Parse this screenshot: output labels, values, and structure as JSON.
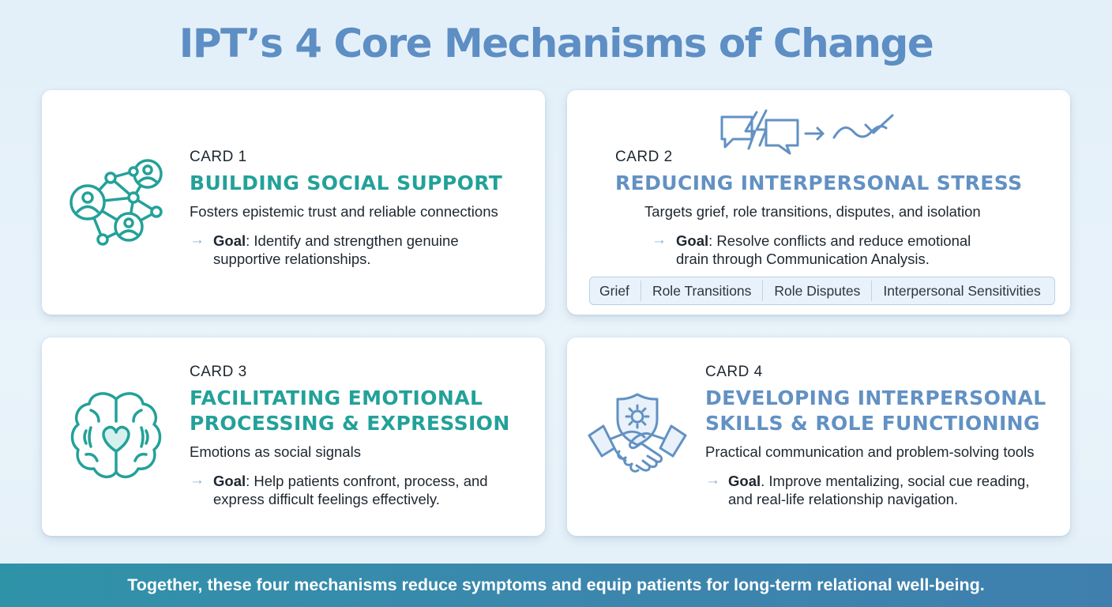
{
  "title": "IPT’s 4 Core Mechanisms of Change",
  "colors": {
    "teal": "#23a199",
    "blue": "#6291c3",
    "footer": "#3a8aad"
  },
  "cards": [
    {
      "number": "CARD 1",
      "heading_lines": [
        "BUILDING SOCIAL SUPPORT"
      ],
      "subtitle": "Fosters epistemic trust and reliable connections",
      "goal_label": "Goal",
      "goal_sep": ":",
      "goal_text_lines": [
        "Identify and strengthen genuine",
        "supportive relationships."
      ],
      "icon": "network-people-icon"
    },
    {
      "number": "CARD 2",
      "heading_lines": [
        "REDUCING INTERPERSONAL STRESS"
      ],
      "subtitle": "Targets grief, role transitions, disputes, and isolation",
      "goal_label": "Goal",
      "goal_sep": ":",
      "goal_text_lines": [
        "Resolve conflicts and reduce emotional",
        "drain through Communication Analysis."
      ],
      "tags": [
        "Grief",
        "Role Transitions",
        "Role Disputes",
        "Interpersonal Sensitivities"
      ],
      "icon": "conflict-resolution-icon"
    },
    {
      "number": "CARD 3",
      "heading_lines": [
        "FACILITATING EMOTIONAL",
        "PROCESSING & EXPRESSION"
      ],
      "subtitle": "Emotions as social signals",
      "goal_label": "Goal",
      "goal_sep": ":",
      "goal_text_lines": [
        "Help patients confront, process, and",
        "express difficult feelings effectively."
      ],
      "icon": "brain-heart-icon"
    },
    {
      "number": "CARD 4",
      "heading_lines": [
        "DEVELOPING INTERPERSONAL",
        "SKILLS & ROLE FUNCTIONING"
      ],
      "subtitle": "Practical communication and problem-solving tools",
      "goal_label": "Goal",
      "goal_sep": ".",
      "goal_text_lines": [
        "Improve mentalizing, social cue reading,",
        "and real-life relationship navigation."
      ],
      "icon": "handshake-shield-icon"
    }
  ],
  "footer": "Together, these four mechanisms reduce symptoms and equip patients for long-term relational well-being."
}
